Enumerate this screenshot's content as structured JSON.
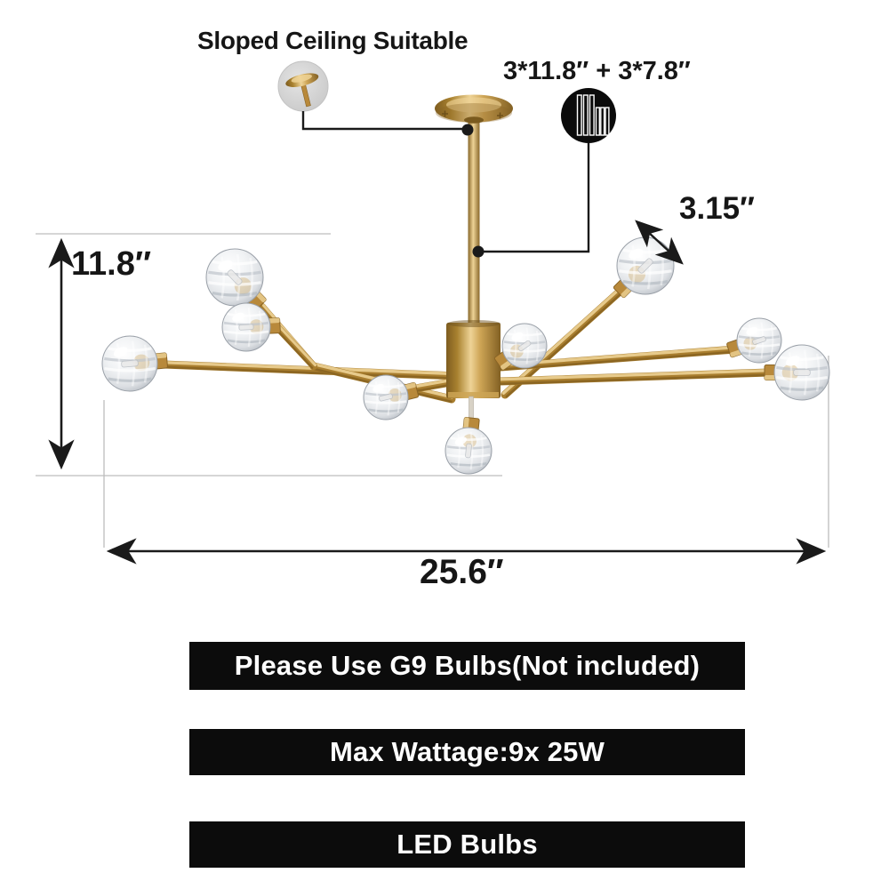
{
  "labels": {
    "sloped_ceiling": "Sloped Ceiling Suitable",
    "rod_lengths": "3*11.8″ + 3*7.8″",
    "height_dim": "11.8″",
    "width_dim": "25.6″",
    "ball_dim": "3.15″"
  },
  "banners": [
    {
      "label": "Please Use G9 Bulbs(Not included)"
    },
    {
      "label": "Max Wattage:9x 25W"
    },
    {
      "label": "LED Bulbs"
    }
  ],
  "colors": {
    "brass": "#b8893b",
    "brass_light": "#eed396",
    "brass_dark": "#826023",
    "brass_deep": "#7e5d20",
    "banner_bg": "#0c0c0c",
    "banner_text": "#ffffff",
    "annotation": "#1a1a1a",
    "extension_line": "#bdbdbd",
    "crystal_edge": "#9aa0a8",
    "inset_fill": "#d8d8d8"
  }
}
